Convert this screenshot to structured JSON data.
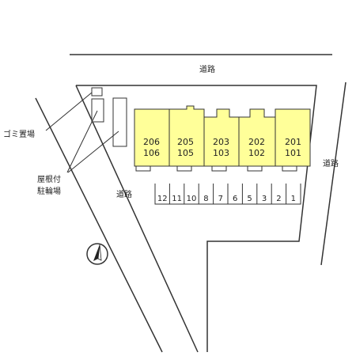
{
  "labels": {
    "road_top": "道路",
    "road_right": "道路",
    "road_diagonal": "道路",
    "garbage": "ゴミ置場",
    "bike_line1": "屋根付",
    "bike_line2": "駐輪場"
  },
  "units": [
    {
      "upper": "206",
      "lower": "106"
    },
    {
      "upper": "205",
      "lower": "105"
    },
    {
      "upper": "203",
      "lower": "103"
    },
    {
      "upper": "202",
      "lower": "102"
    },
    {
      "upper": "201",
      "lower": "101"
    }
  ],
  "parking_spaces": [
    "12",
    "11",
    "10",
    "8",
    "7",
    "6",
    "5",
    "3",
    "2",
    "1"
  ],
  "colors": {
    "building": "#ffff99",
    "line": "#333333"
  },
  "icons": {
    "north": "north-arrow-icon"
  }
}
